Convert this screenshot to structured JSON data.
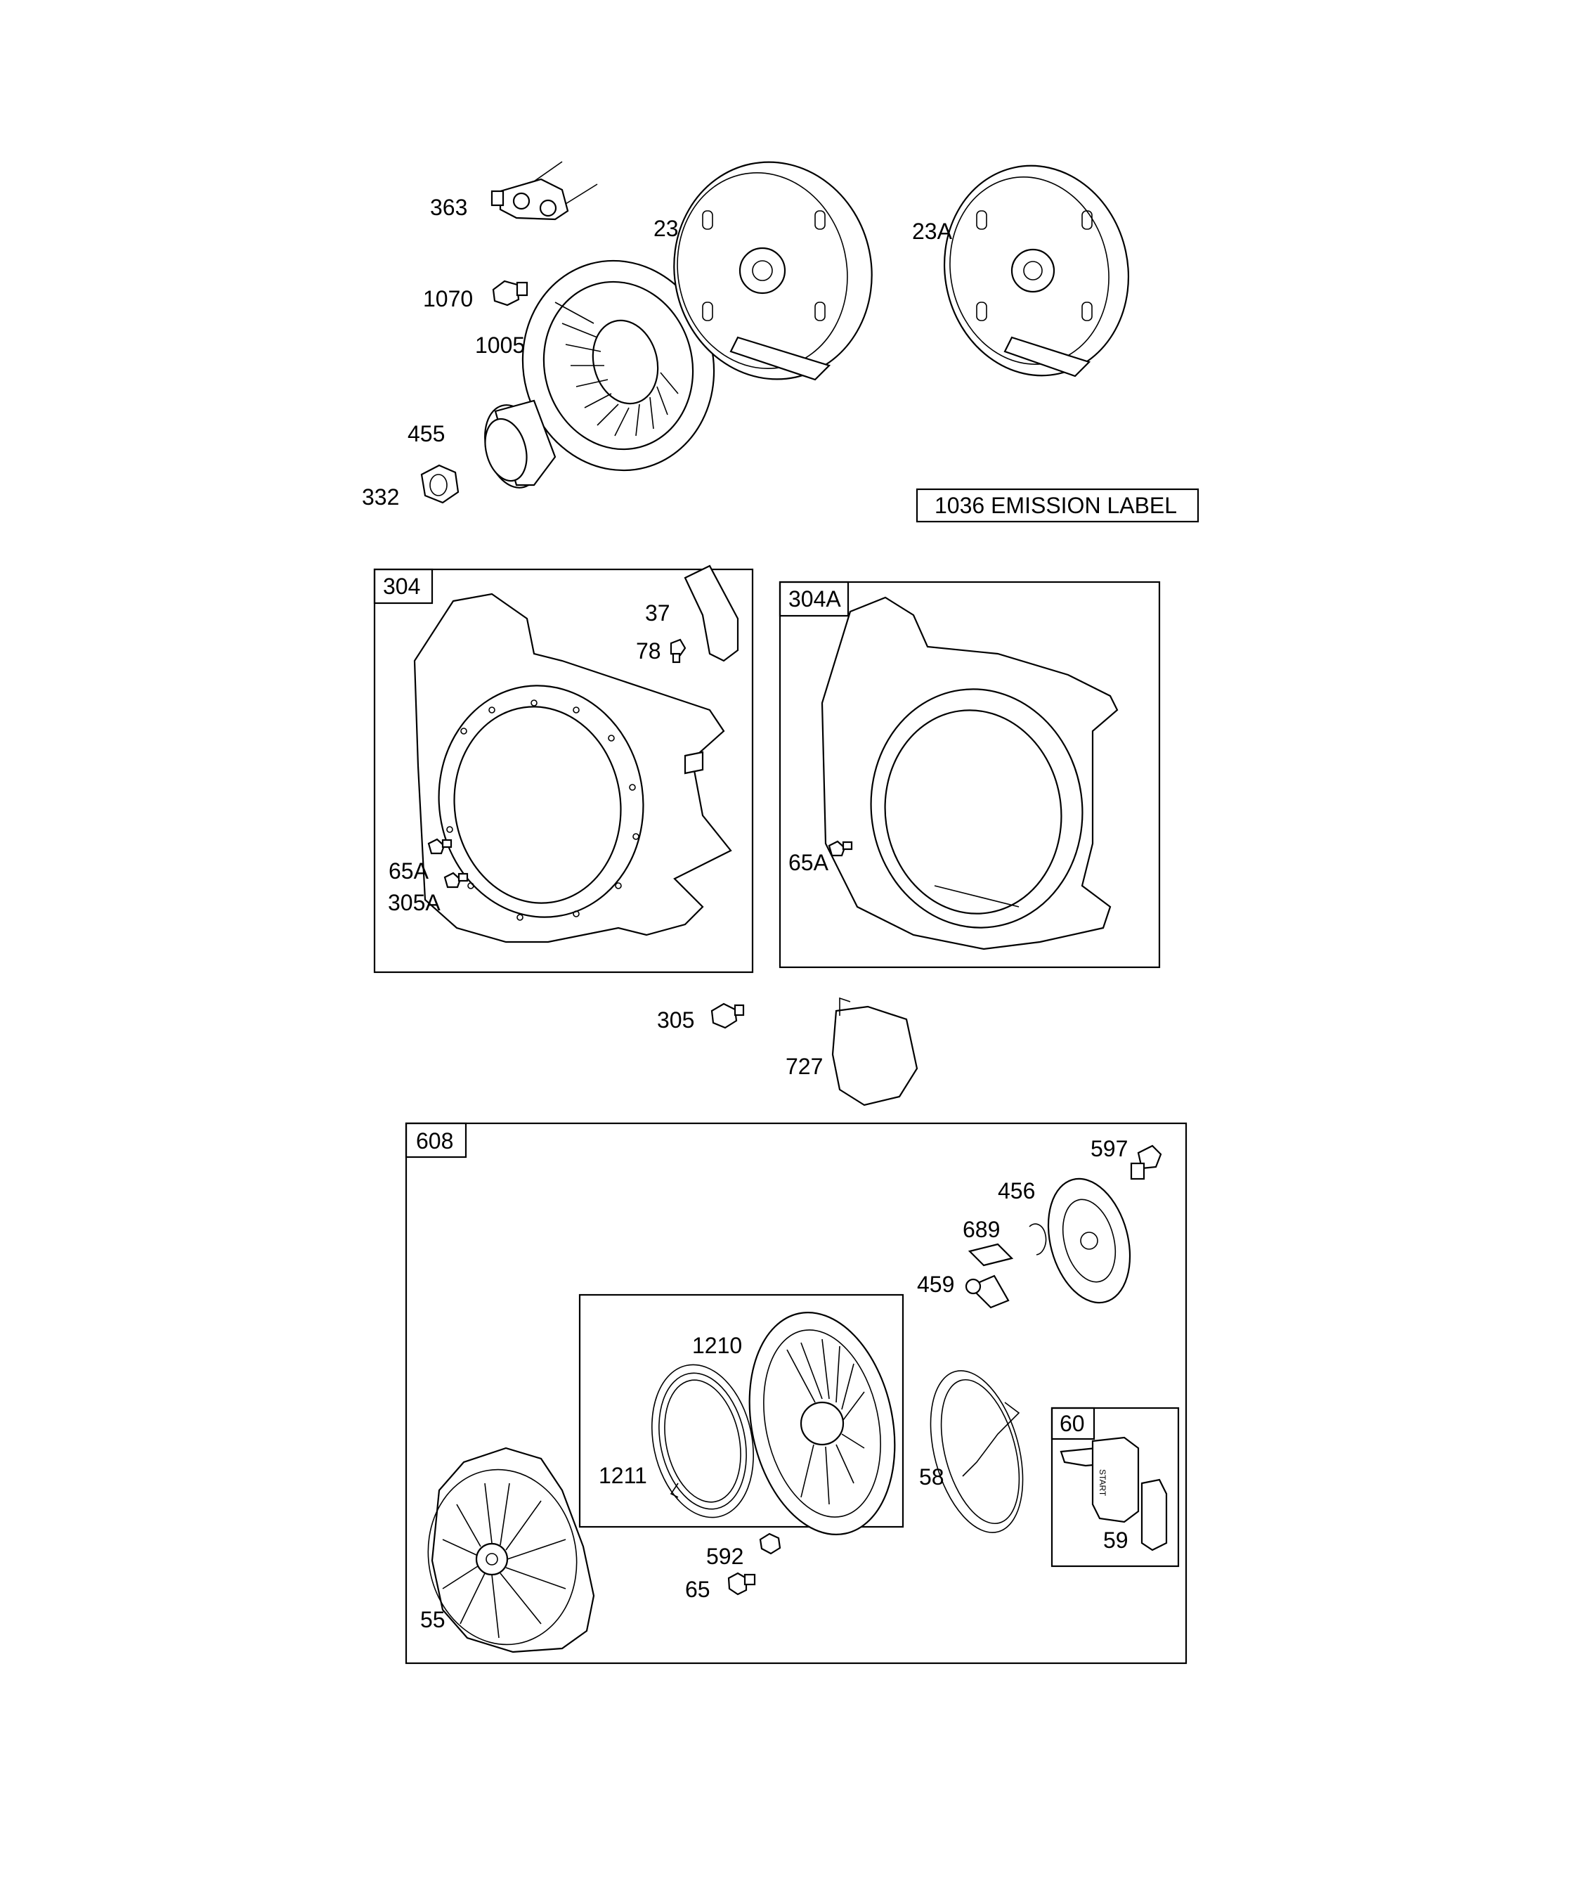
{
  "emission_label": "1036 EMISSION LABEL",
  "callouts": {
    "p363": "363",
    "p23": "23",
    "p23a": "23A",
    "p1070": "1070",
    "p1005": "1005",
    "p455": "455",
    "p332": "332",
    "p304": "304",
    "p304a": "304A",
    "p37": "37",
    "p78": "78",
    "p65a_1": "65A",
    "p305a": "305A",
    "p65a_2": "65A",
    "p305": "305",
    "p727": "727",
    "p608": "608",
    "p597": "597",
    "p456": "456",
    "p689": "689",
    "p459": "459",
    "p1210": "1210",
    "p1211": "1211",
    "p58": "58",
    "p60": "60",
    "p59": "59",
    "p592": "592",
    "p65": "65",
    "p55": "55"
  },
  "handle_text": "START"
}
